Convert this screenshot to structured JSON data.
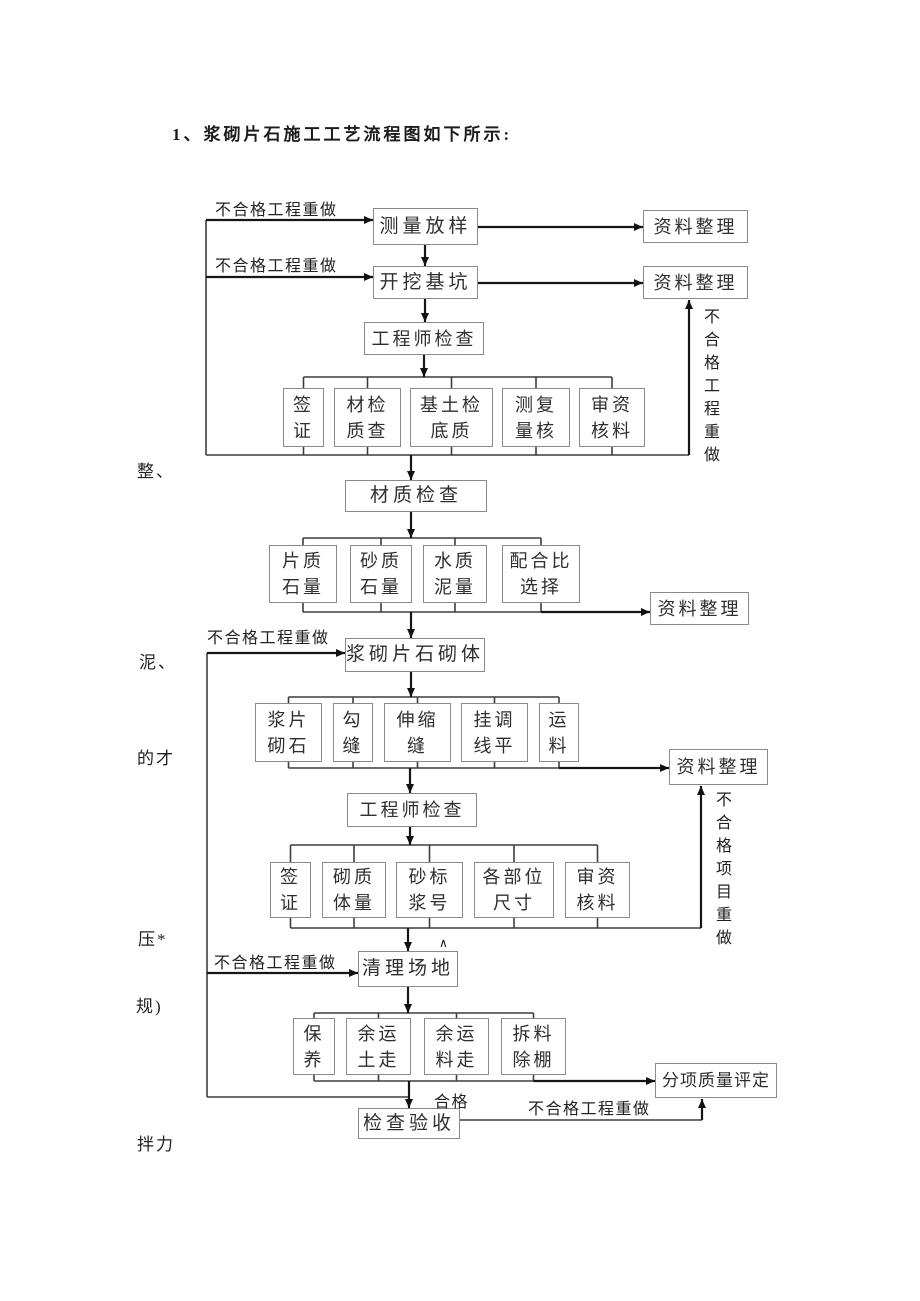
{
  "title": "1、浆砌片石施工工艺流程图如下所示:",
  "colors": {
    "line": "#1c1c1c",
    "connector": "#3d3d3d",
    "box_border": "#8a8a8a",
    "text": "#2b2b2b"
  },
  "flow": {
    "boxes": {
      "survey": {
        "label": "测量放样"
      },
      "data1": {
        "label": "资料整理"
      },
      "excavate": {
        "label": "开挖基坑"
      },
      "data2": {
        "label": "资料整理"
      },
      "engineer1": {
        "label": "工程师检查"
      },
      "sign1": {
        "lines": [
          "签",
          "证"
        ]
      },
      "material_check": {
        "lines": [
          "材检",
          "质查"
        ]
      },
      "base_soil": {
        "lines": [
          "基土检",
          "底质"
        ]
      },
      "remeasure": {
        "lines": [
          "测复",
          "量核"
        ]
      },
      "audit1": {
        "lines": [
          "审资",
          "核料"
        ]
      },
      "material_quality": {
        "label": "材质检查"
      },
      "stone_qty": {
        "lines": [
          "片质",
          "石量"
        ]
      },
      "sand_qty": {
        "lines": [
          "砂质",
          "石量"
        ]
      },
      "water_qty": {
        "lines": [
          "水质",
          "泥量"
        ]
      },
      "mix_ratio": {
        "lines": [
          "配合比",
          "选择"
        ]
      },
      "data3": {
        "label": "资料整理"
      },
      "masonry": {
        "label": "浆砌片石砌体"
      },
      "slurry_stone": {
        "lines": [
          "浆片",
          "砌石"
        ]
      },
      "pointing": {
        "lines": [
          "勾",
          "缝"
        ]
      },
      "expansion": {
        "lines": [
          "伸缩",
          "缝"
        ]
      },
      "hang_line": {
        "lines": [
          "挂调",
          "线平"
        ]
      },
      "transport": {
        "lines": [
          "运",
          "料"
        ]
      },
      "data4": {
        "label": "资料整理"
      },
      "engineer2": {
        "label": "工程师检查"
      },
      "sign2": {
        "lines": [
          "签",
          "证"
        ]
      },
      "masonry_volume": {
        "lines": [
          "砌质",
          "体量"
        ]
      },
      "mortar_grade": {
        "lines": [
          "砂标",
          "浆号"
        ]
      },
      "dimensions": {
        "lines": [
          "各部位",
          "尺寸"
        ]
      },
      "audit2": {
        "lines": [
          "审资",
          "核料"
        ]
      },
      "site_clean": {
        "label": "清理场地"
      },
      "curing": {
        "lines": [
          "保",
          "养"
        ]
      },
      "soil_removal": {
        "lines": [
          "余运",
          "土走"
        ]
      },
      "material_removal": {
        "lines": [
          "余运",
          "料走"
        ]
      },
      "dismantle": {
        "lines": [
          "拆料",
          "除棚"
        ]
      },
      "quality_eval": {
        "label": "分项质量评定"
      },
      "inspection": {
        "label": "检查验收"
      }
    },
    "labels": {
      "redo1": "不合格工程重做",
      "redo2": "不合格工程重做",
      "redo3": "不合格工程重做",
      "redo4": "不合格工程重做",
      "redo5": "不合格工程重做",
      "pass": "合格",
      "vertical_redo_project": "不合格工程重做",
      "vertical_redo_item": "不合格项目重做",
      "caret": "∧"
    }
  },
  "margin_fragments": {
    "f1": "整、",
    "f2": "泥、",
    "f3": "的才",
    "f4": "压*",
    "f5": "规)",
    "f6": "拌力"
  }
}
